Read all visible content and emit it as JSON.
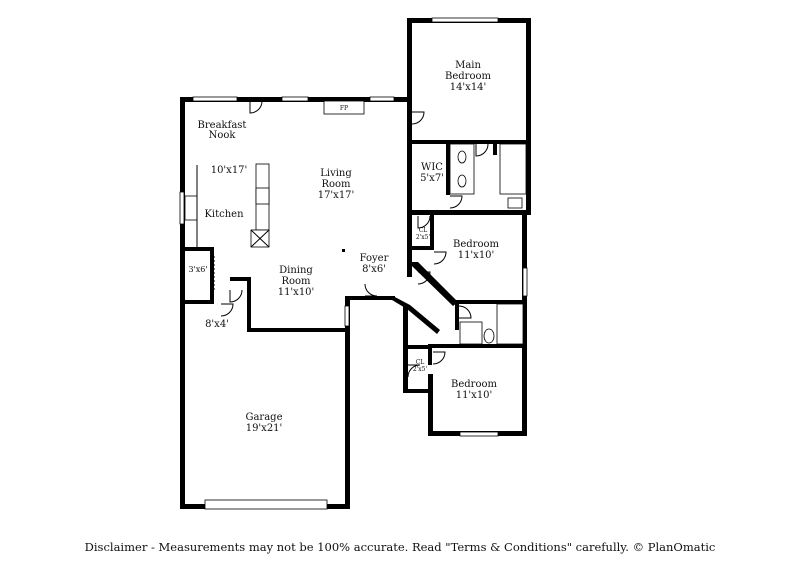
{
  "rooms": {
    "main_bedroom": {
      "name_line1": "Main",
      "name_line2": "Bedroom",
      "size": "14'x14'"
    },
    "breakfast_nook": {
      "name_line1": "Breakfast",
      "name_line2": "Nook"
    },
    "kitchen": {
      "name": "Kitchen",
      "size": "10'x17'"
    },
    "living_room": {
      "name_line1": "Living",
      "name_line2": "Room",
      "size": "17'x17'"
    },
    "wic": {
      "name": "WIC",
      "size": "5'x7'"
    },
    "closet_1": {
      "name": "CL",
      "size": "2'x5'"
    },
    "bedroom_2": {
      "name": "Bedroom",
      "size": "11'x10'"
    },
    "foyer": {
      "name": "Foyer",
      "size": "8'x6'"
    },
    "dining_room": {
      "name_line1": "Dining",
      "name_line2": "Room",
      "size": "11'x10'"
    },
    "laundry": {
      "size": "3'x6'"
    },
    "hall": {
      "size": "8'x4'"
    },
    "closet_2": {
      "name": "CL",
      "size": "2'x5'"
    },
    "bedroom_3": {
      "name": "Bedroom",
      "size": "11'x10'"
    },
    "garage": {
      "name": "Garage",
      "size": "19'x21'"
    }
  },
  "fireplace": {
    "label": "FP"
  },
  "disclaimer": "Disclaimer - Measurements may not be 100% accurate. Read \"Terms & Conditions\" carefully. © PlanOmatic"
}
